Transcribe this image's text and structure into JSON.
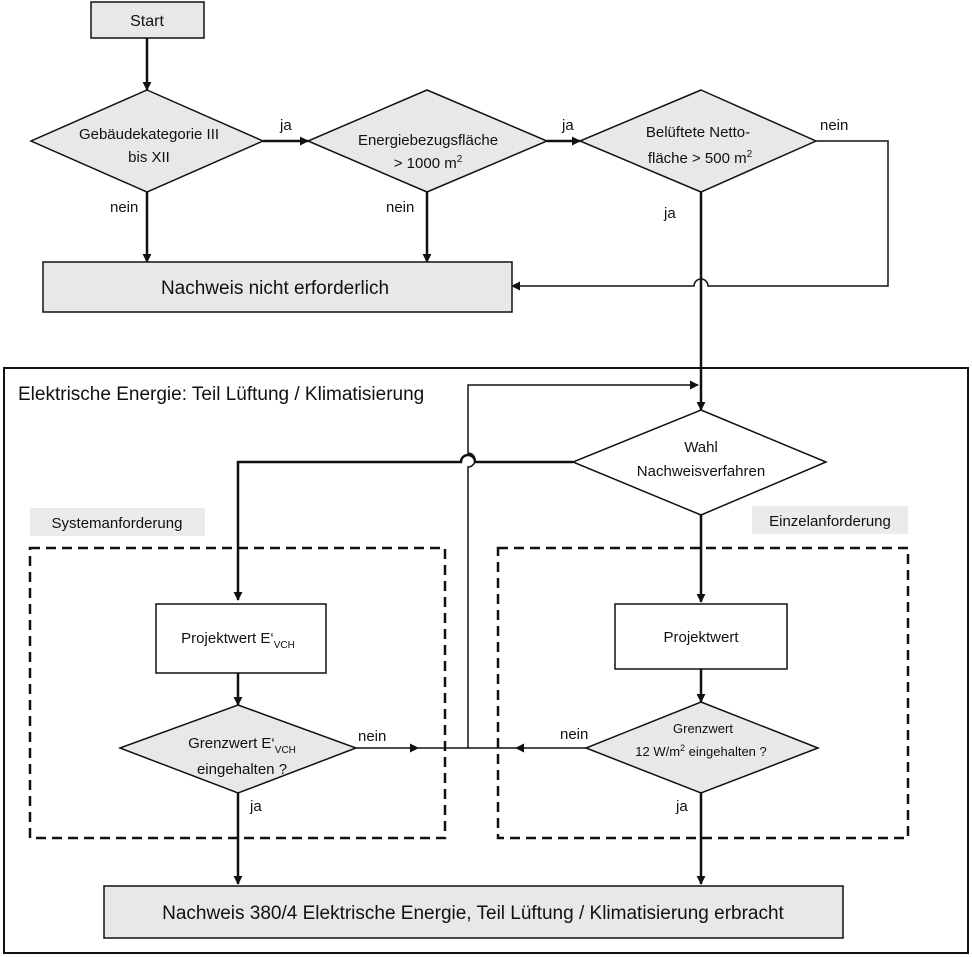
{
  "nodes": {
    "start": "Start",
    "gebaeude": {
      "line1": "Gebäudekategorie III",
      "line2": "bis XII"
    },
    "energie": {
      "line1": "Energiebezugsfläche",
      "line2": "> 1000 m",
      "sup": "2"
    },
    "belueftete": {
      "line1": "Belüftete Netto-",
      "line2": "fläche  > 500 m",
      "sup": "2"
    },
    "nicht_erforderlich": "Nachweis nicht erforderlich",
    "wahl": {
      "line1": "Wahl",
      "line2": "Nachweisverfahren"
    },
    "projektwert_system": {
      "text": "Projektwert E‘",
      "sub": "VCH"
    },
    "projektwert_einzel": "Projektwert",
    "grenzwert_system": {
      "line1": "Grenzwert E‘",
      "sub": "VCH",
      "line2": "eingehalten ?"
    },
    "grenzwert_einzel": {
      "line1": "Grenzwert",
      "line2a": "12 W/m",
      "sup": "2",
      "line2b": " eingehalten ?"
    },
    "erbracht": "Nachweis 380/4 Elektrische Energie, Teil Lüftung / Klimatisierung erbracht"
  },
  "groups": {
    "outer_title": "Elektrische Energie: Teil Lüftung / Klimatisierung",
    "system": "Systemanforderung",
    "einzel": "Einzelanforderung"
  },
  "edge_labels": {
    "ja": "ja",
    "nein": "nein"
  }
}
